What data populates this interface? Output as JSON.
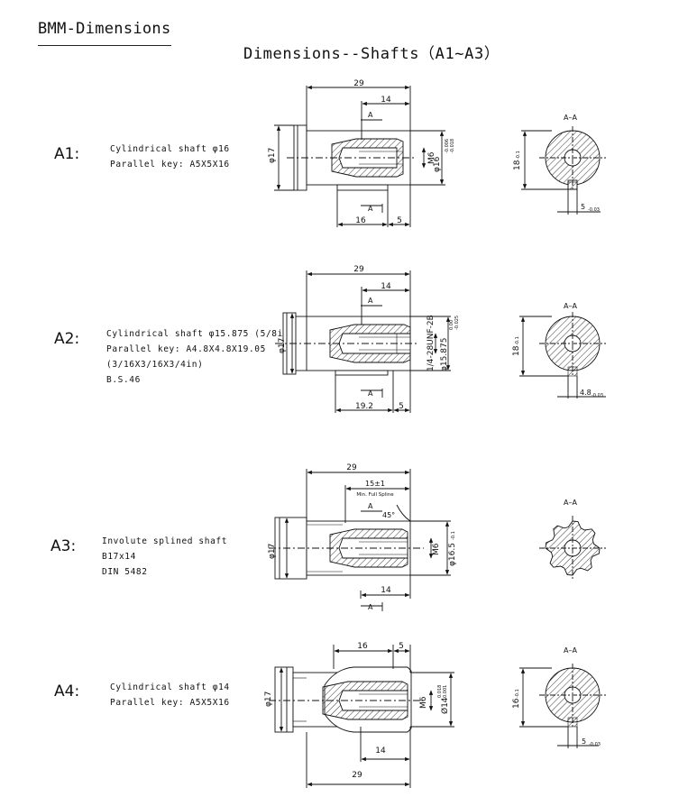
{
  "document": {
    "title": "BMM-Dimensions",
    "section_title": "Dimensions--Shafts（A1~A3）"
  },
  "section_label": "A–A",
  "rows": [
    {
      "label": "A1:",
      "desc": [
        "Cylindrical shaft  φ16",
        "Parallel key: A5X5X16"
      ],
      "dims": {
        "length": "29",
        "inner_14": "14",
        "dia_17": "φ17",
        "thread": "M6",
        "dia_main": "φ16",
        "dia_tol_upper": "-0.006",
        "dia_tol_lower": "-0.018",
        "section_a_top": "A",
        "section_a_bottom": "A",
        "key_len": "16",
        "key_off": "5",
        "key_height": "18",
        "key_height_tol": "-0.1",
        "key_width": "5",
        "key_width_tol": "-0.03"
      }
    },
    {
      "label": "A2:",
      "desc": [
        "Cylindrical shaft  φ15.875 (5/8in)",
        "Parallel key: A4.8X4.8X19.05",
        "(3/16X3/16X3/4in)",
        "B.S.46"
      ],
      "dims": {
        "length": "29",
        "inner_14": "14",
        "dia_17": "φ17",
        "thread": "1/4-28UNF-2B",
        "dia_main": "φ15.875",
        "dia_tol_upper": "0.00",
        "dia_tol_lower": "-0.025",
        "section_a_top": "A",
        "section_a_bottom": "A",
        "key_len": "19.2",
        "key_off": "5",
        "key_height": "18",
        "key_height_tol": "-0.1",
        "key_width": "4.8",
        "key_width_tol": "-0.03"
      }
    },
    {
      "label": "A3:",
      "desc": [
        "Involute splined shaft",
        "B17x14",
        "DIN 5482"
      ],
      "dims": {
        "length": "29",
        "spline": "15±1",
        "spline_note": "Min. Full Spline",
        "angle": "45°",
        "dia_17": "φ17",
        "thread": "M6",
        "dia_main": "φ16.5",
        "dia_tol": "-0.1",
        "inner_14": "14",
        "section_a_top": "A",
        "section_a_bottom": "A"
      }
    },
    {
      "label": "A4:",
      "desc": [
        "Cylindrical shaft  φ14",
        "Parallel key: A5X5X16"
      ],
      "dims": {
        "key_len": "16",
        "key_off": "5",
        "dia_17": "φ17",
        "thread": "M6",
        "dia_main": "Ø14",
        "dia_tol_upper": "0.018",
        "dia_tol_lower": "0.001",
        "inner_14": "14",
        "length": "29",
        "key_height": "16",
        "key_height_tol": "-0.1",
        "key_width": "5",
        "key_width_tol": "-0.03"
      }
    }
  ]
}
